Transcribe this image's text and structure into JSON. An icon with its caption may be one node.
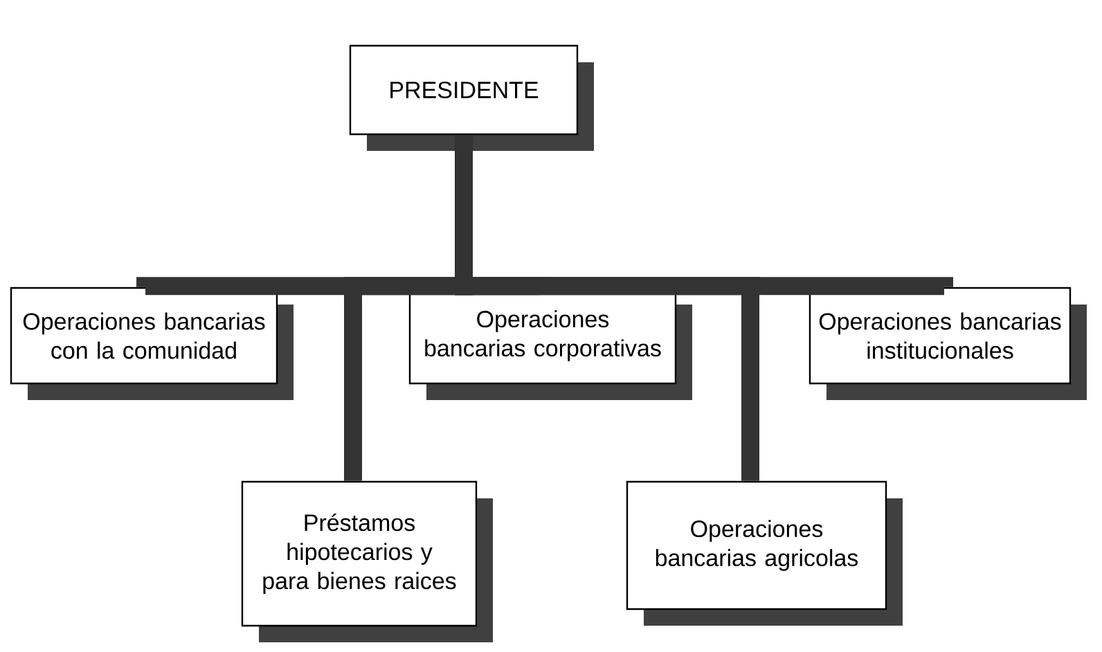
{
  "diagram": {
    "nodes": [
      {
        "text": [
          "PRESIDENTE"
        ]
      },
      {
        "text": [
          "Operaciones bancarias con la comunidad"
        ]
      },
      {
        "text": [
          "Préstamos hipotecarios y para bienes raices"
        ]
      },
      {
        "text": [
          "Operaciones bancarias corporativas"
        ]
      },
      {
        "text": [
          "Operaciones bancarias agricolas"
        ]
      },
      {
        "text": [
          "Operaciones bancarias institucionales"
        ]
      }
    ],
    "edges": [
      {
        "from": 0,
        "to": 1,
        "arrow": "none"
      },
      {
        "from": 0,
        "to": 2,
        "arrow": "none"
      },
      {
        "from": 0,
        "to": 3,
        "arrow": "none"
      },
      {
        "from": 0,
        "to": 4,
        "arrow": "none"
      },
      {
        "from": 0,
        "to": 5,
        "arrow": "none"
      }
    ]
  }
}
